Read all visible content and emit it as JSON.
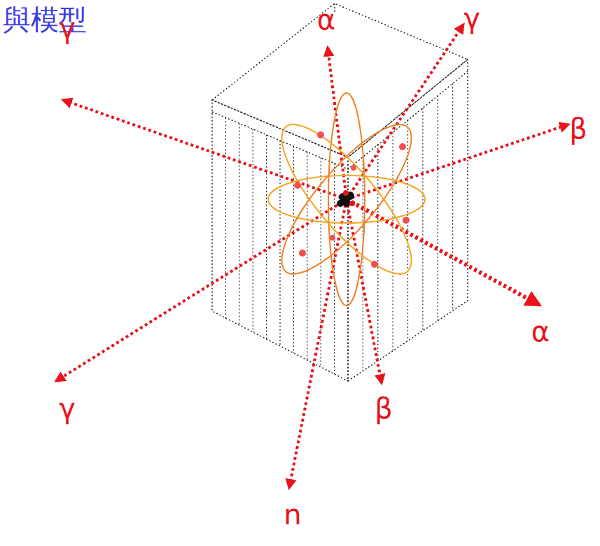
{
  "diagram": {
    "title": "與模型",
    "labels": [
      "α",
      "γ",
      "γ",
      "β",
      "α",
      "γ",
      "β",
      "n"
    ]
  }
}
